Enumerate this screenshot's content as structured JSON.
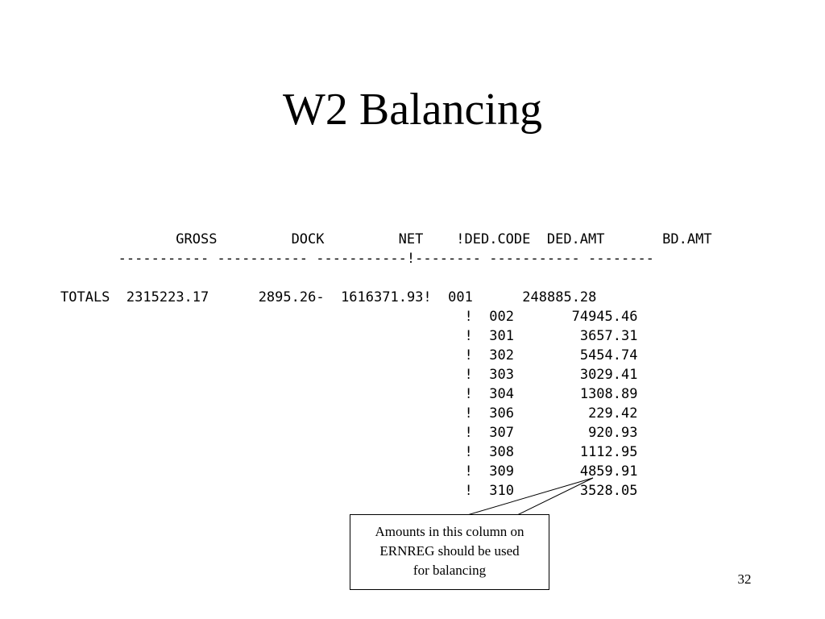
{
  "slide": {
    "title": "W2 Balancing",
    "page_number": "32"
  },
  "report": {
    "header_line": "              GROSS         DOCK         NET    !DED.CODE  DED.AMT       BD.AMT",
    "separator_line": "       ----------- ----------- -----------!-------- ----------- --------",
    "totals_label": "TOTALS",
    "gross": "2315223.17",
    "dock": "2895.26-",
    "net": "1616371.93",
    "deductions": [
      {
        "code": "001",
        "amount": "248885.28"
      },
      {
        "code": "002",
        "amount": "74945.46"
      },
      {
        "code": "301",
        "amount": "3657.31"
      },
      {
        "code": "302",
        "amount": "5454.74"
      },
      {
        "code": "303",
        "amount": "3029.41"
      },
      {
        "code": "304",
        "amount": "1308.89"
      },
      {
        "code": "306",
        "amount": "229.42"
      },
      {
        "code": "307",
        "amount": "920.93"
      },
      {
        "code": "308",
        "amount": "1112.95"
      },
      {
        "code": "309",
        "amount": "4859.91"
      },
      {
        "code": "310",
        "amount": "3528.05"
      }
    ]
  },
  "callout": {
    "lines": [
      "Amounts in this column on",
      "ERNREG should be used",
      "for balancing"
    ]
  }
}
